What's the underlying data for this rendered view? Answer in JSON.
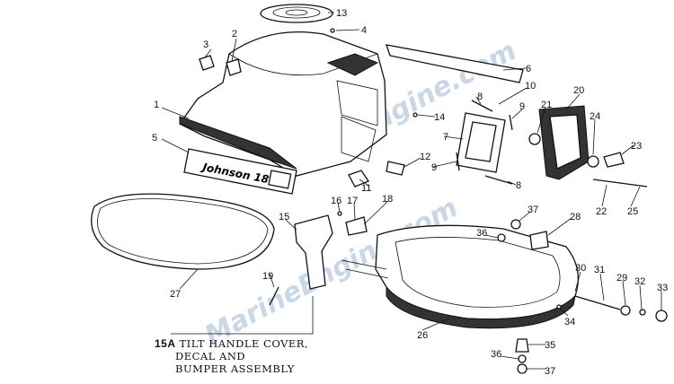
{
  "diagram": {
    "watermark": "MarineEngine.com",
    "decal_text": "Johnson 18",
    "callouts": [
      "13",
      "4",
      "3",
      "2",
      "6",
      "10",
      "8",
      "9",
      "20",
      "21",
      "24",
      "23",
      "1",
      "14",
      "7",
      "5",
      "12",
      "9",
      "8",
      "11",
      "22",
      "25",
      "16",
      "17",
      "18",
      "15",
      "37",
      "28",
      "36",
      "27",
      "19",
      "30",
      "31",
      "29",
      "32",
      "33",
      "34",
      "26",
      "35",
      "36",
      "37"
    ],
    "note": {
      "id": "15A",
      "lines": [
        "TILT HANDLE COVER,",
        "DECAL AND",
        "BUMPER ASSEMBLY"
      ]
    }
  }
}
